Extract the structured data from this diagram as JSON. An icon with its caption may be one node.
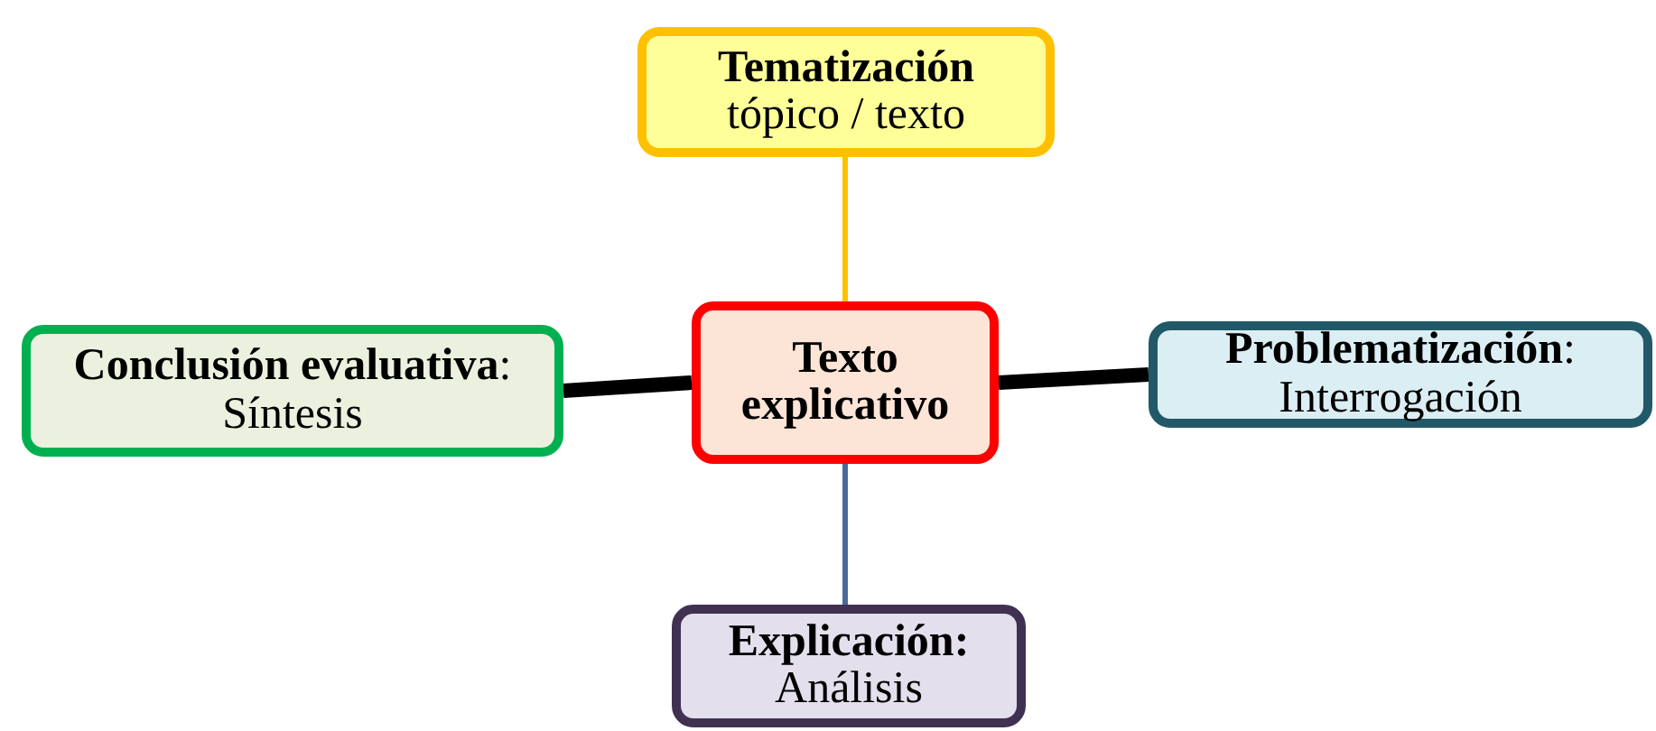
{
  "diagram": {
    "nodes": [
      {
        "text": [
          "Texto explicativo"
        ]
      },
      {
        "text": [
          "**Tematización** tópico / texto"
        ]
      },
      {
        "text": [
          "**Conclusión evaluativa**: Síntesis"
        ]
      },
      {
        "text": [
          "**Problematización**: Interrogación"
        ]
      },
      {
        "text": [
          "**Explicación:** Análisis"
        ]
      }
    ],
    "edges": [
      {
        "from": 0,
        "to": 1,
        "arrow": "none",
        "color": "#ffc000"
      },
      {
        "from": 0,
        "to": 2,
        "arrow": "none",
        "style": "thick"
      },
      {
        "from": 0,
        "to": 3,
        "arrow": "none",
        "style": "thick"
      },
      {
        "from": 0,
        "to": 4,
        "arrow": "none",
        "color": "#4a6a9a"
      }
    ]
  }
}
